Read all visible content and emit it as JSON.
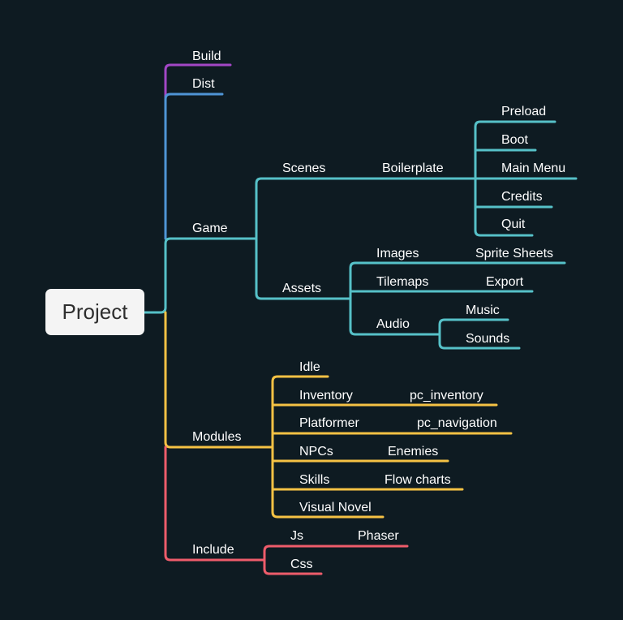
{
  "root": {
    "label": "Project"
  },
  "colors": {
    "background": "#0e1b22",
    "build": "#a347c6",
    "dist": "#4f95d6",
    "game": "#56c1c8",
    "modules": "#f5c244",
    "include": "#ee5c6b"
  },
  "branches": {
    "build": {
      "label": "Build"
    },
    "dist": {
      "label": "Dist"
    },
    "game": {
      "label": "Game",
      "scenes": {
        "label": "Scenes",
        "boilerplate": {
          "label": "Boilerplate",
          "children": [
            "Preload",
            "Boot",
            "Main Menu",
            "Credits",
            "Quit"
          ]
        }
      },
      "assets": {
        "label": "Assets",
        "images": {
          "label": "Images",
          "child": "Sprite Sheets"
        },
        "tilemaps": {
          "label": "Tilemaps",
          "child": "Export"
        },
        "audio": {
          "label": "Audio",
          "children": [
            "Music",
            "Sounds"
          ]
        }
      }
    },
    "modules": {
      "label": "Modules",
      "idle": {
        "label": "Idle"
      },
      "inventory": {
        "label": "Inventory",
        "child": "pc_inventory"
      },
      "platformer": {
        "label": "Platformer",
        "child": "pc_navigation"
      },
      "npcs": {
        "label": "NPCs",
        "child": "Enemies"
      },
      "skills": {
        "label": "Skills",
        "child": "Flow charts"
      },
      "visual_novel": {
        "label": "Visual Novel"
      }
    },
    "include": {
      "label": "Include",
      "js": {
        "label": "Js",
        "child": "Phaser"
      },
      "css": {
        "label": "Css"
      }
    }
  }
}
